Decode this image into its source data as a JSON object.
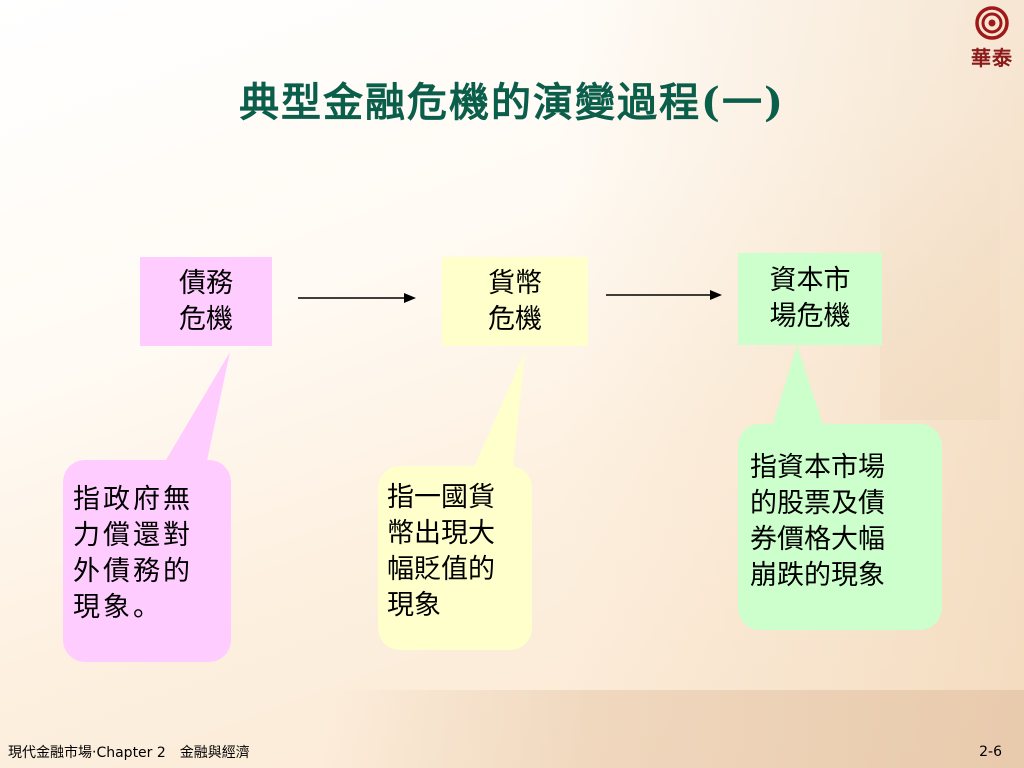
{
  "logo": {
    "text": "華泰",
    "color": "#8b1a1a"
  },
  "slide": {
    "title": "典型金融危機的演變過程(一)",
    "title_color": "#0b5e4a"
  },
  "boxes": {
    "debt": {
      "lines": [
        "債務",
        "危機"
      ],
      "color": "#ffccff"
    },
    "currency": {
      "lines": [
        "貨幣",
        "危機"
      ],
      "color": "#ffffcc"
    },
    "capital": {
      "lines": [
        "資本市",
        "場危機"
      ],
      "color": "#ccffcc"
    }
  },
  "callouts": {
    "debt": {
      "lines": [
        "指政府無",
        "力償還對",
        "外債務的",
        "現象。"
      ]
    },
    "currency": {
      "lines": [
        "指一國貨",
        "幣出現大",
        "幅貶值的",
        "現象"
      ]
    },
    "capital": {
      "lines": [
        "指資本市場",
        "的股票及債",
        "券價格大幅",
        "崩跌的現象"
      ]
    }
  },
  "footer": {
    "left": "現代金融市場‧Chapter 2　金融與經濟",
    "page": "2-6"
  }
}
